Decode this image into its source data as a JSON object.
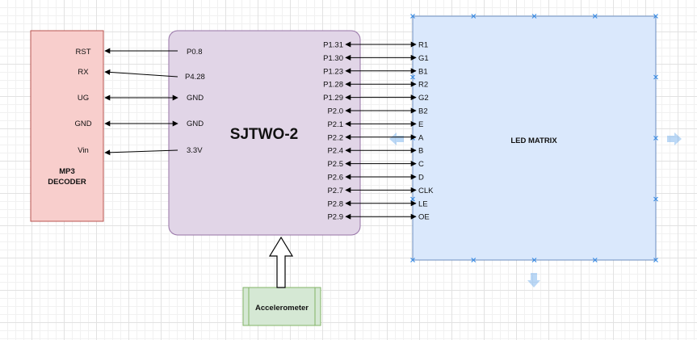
{
  "mp3_decoder": {
    "title_line1": "MP3",
    "title_line2": "DECODER",
    "pins": [
      "RST",
      "RX",
      "UG",
      "GND",
      "Vin"
    ]
  },
  "sjtwo": {
    "title": "SJTWO-2",
    "left_pins": [
      "P0.8",
      "P4.28",
      "GND",
      "GND",
      "3.3V"
    ],
    "right_pins": [
      "P1.31",
      "P1.30",
      "P1.23",
      "P1.28",
      "P1.29",
      "P2.0",
      "P2.1",
      "P2.2",
      "P2.4",
      "P2.5",
      "P2.6",
      "P2.7",
      "P2.8",
      "P2.9"
    ]
  },
  "led_matrix": {
    "title": "LED MATRIX",
    "pins": [
      "R1",
      "G1",
      "B1",
      "R2",
      "G2",
      "B2",
      "E",
      "A",
      "B",
      "C",
      "D",
      "CLK",
      "LE",
      "OE"
    ]
  },
  "accelerometer": {
    "title": "Accelerometer"
  },
  "colors": {
    "mp3_fill": "#f8cecc",
    "mp3_stroke": "#b85450",
    "sjtwo_fill": "#e1d5e7",
    "sjtwo_stroke": "#9673a6",
    "led_fill": "#dae8fc",
    "led_stroke": "#6c8ebf",
    "accel_fill": "#d5e8d4",
    "accel_stroke": "#82b366",
    "wire": "#000000",
    "handle": "#3c8ee6"
  }
}
